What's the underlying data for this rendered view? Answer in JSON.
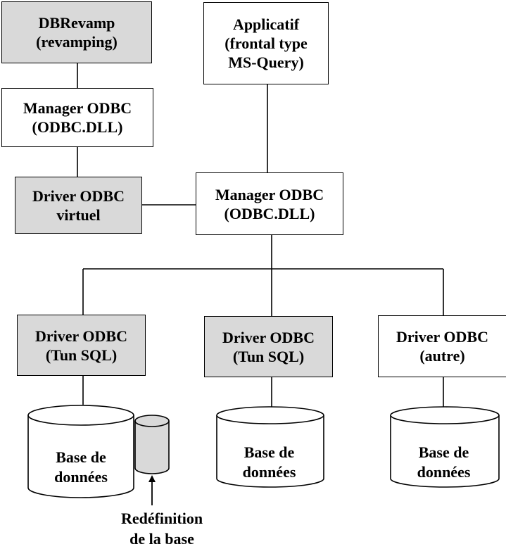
{
  "diagram": {
    "boxes": {
      "dbrevamp": [
        "DBRevamp",
        "(revamping)"
      ],
      "applicatif": [
        "Applicatif",
        "(frontal type",
        "MS-Query)"
      ],
      "mgr_left": [
        "Manager ODBC",
        "(ODBC.DLL)"
      ],
      "drv_virtuel": [
        "Driver ODBC",
        "virtuel"
      ],
      "mgr_center": [
        "Manager ODBC",
        "(ODBC.DLL)"
      ],
      "drv_tun_1": [
        "Driver ODBC",
        "(Tun SQL)"
      ],
      "drv_tun_2": [
        "Driver ODBC",
        "(Tun SQL)"
      ],
      "drv_autre": [
        "Driver ODBC",
        "(autre)"
      ]
    },
    "databases": {
      "db_1": [
        "Base de",
        "données"
      ],
      "db_2": [
        "Base de",
        "données"
      ],
      "db_3": [
        "Base de",
        "données"
      ]
    },
    "redefinition_caption": [
      "Redéfinition",
      "de la base"
    ]
  },
  "colors": {
    "highlight_fill": "#d9d9d9",
    "plain_fill": "#ffffff",
    "stroke": "#000000"
  }
}
